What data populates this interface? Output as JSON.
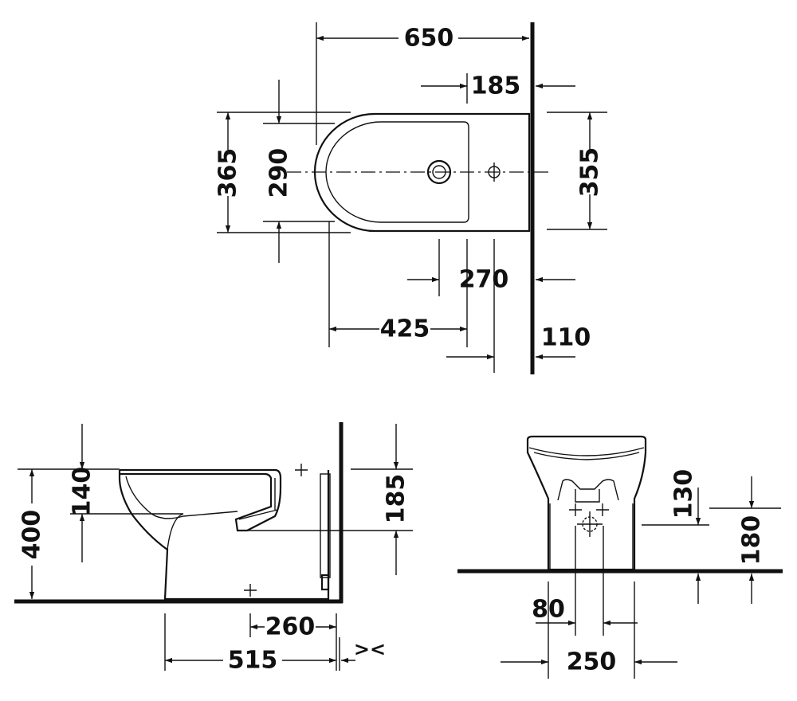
{
  "top_view": {
    "dims": {
      "overall_length": "650",
      "tap_hole_from_wall": "185",
      "overall_width": "365",
      "bowl_width": "290",
      "rear_width": "355",
      "waste_from_wall": "270",
      "fixing_spacing": "425",
      "fixing_from_wall": "110"
    }
  },
  "side_view": {
    "dims": {
      "rim_height": "400",
      "bowl_depth": "140",
      "top_clearance": "185",
      "waste_from_wall": "260",
      "foot_depth": "515",
      "offset_symbol": "><"
    }
  },
  "front_view": {
    "dims": {
      "waste_height": "130",
      "connection_height": "180",
      "waste_offset": "80",
      "foot_width": "250"
    }
  }
}
